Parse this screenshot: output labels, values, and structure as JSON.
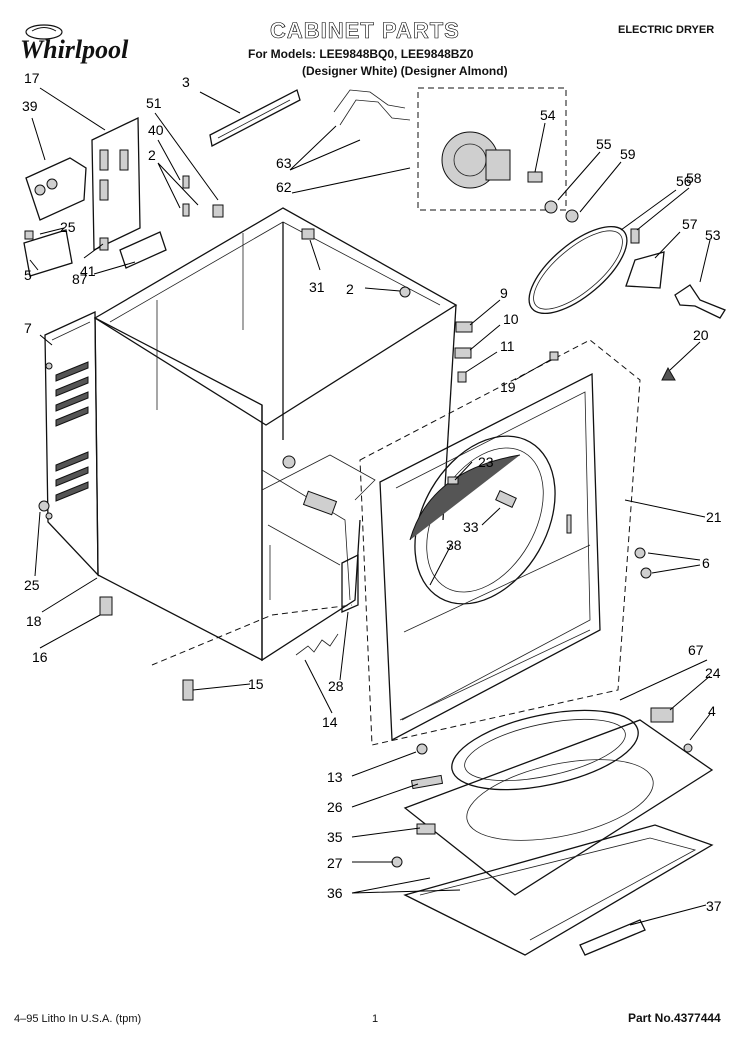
{
  "header": {
    "brand": "Whirlpool",
    "title": "CABINET PARTS",
    "models": "For Models: LEE9848BQ0, LEE9848BZ0",
    "variants": "(Designer White) (Designer Almond)",
    "category": "ELECTRIC DRYER"
  },
  "footer": {
    "litho": "4–95 Litho In U.S.A. (tpm)",
    "page": "1",
    "part_no": "Part No.4377444"
  },
  "callouts": [
    "17",
    "39",
    "51",
    "40",
    "2",
    "25",
    "87",
    "5",
    "41",
    "7",
    "25",
    "18",
    "16",
    "3",
    "63",
    "62",
    "2",
    "31",
    "54",
    "55",
    "59",
    "56",
    "58",
    "57",
    "53",
    "9",
    "10",
    "11",
    "19",
    "20",
    "21",
    "23",
    "33",
    "38",
    "6",
    "15",
    "28",
    "14",
    "67",
    "24",
    "4",
    "13",
    "26",
    "35",
    "27",
    "36",
    "37"
  ]
}
